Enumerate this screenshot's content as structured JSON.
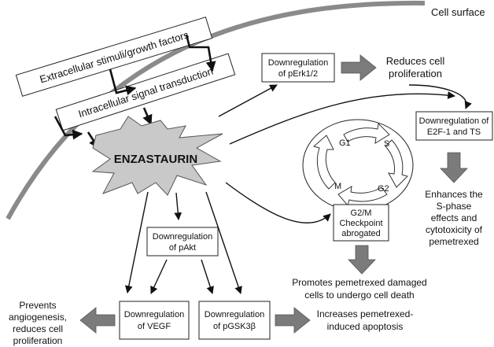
{
  "cell_surface_label": "Cell surface",
  "extracellular_box": "Extracellular stimuli/growth factors",
  "intracellular_box": "Intracellular signal transduction",
  "drug_label": "ENZASTAURIN",
  "perk_box": [
    "Downregulation",
    "of pErk1/2"
  ],
  "reduces_prolif": [
    "Reduces cell",
    "proliferation"
  ],
  "e2f_box": [
    "Downregulation of",
    "E2F-1 and TS"
  ],
  "cell_cycle": {
    "g1": "G1",
    "s": "S",
    "g2": "G2",
    "m": "M"
  },
  "checkpoint_box": [
    "G2/M",
    "Checkpoint",
    "abrogated"
  ],
  "enhances": [
    "Enhances the",
    "S-phase",
    "effects and",
    "cytotoxicity of",
    "pemetrexed"
  ],
  "pakt_box": [
    "Downregulation",
    "of pAkt"
  ],
  "promotes": [
    "Promotes pemetrexed damaged",
    "cells to undergo cell death"
  ],
  "vegf_box": [
    "Downregulation",
    "of VEGF"
  ],
  "pgsk_box": [
    "Downregulation",
    "of pGSK3β"
  ],
  "prevents": [
    "Prevents",
    "angiogenesis,",
    "reduces cell",
    "proliferation"
  ],
  "increases": [
    "Increases pemetrexed-",
    "induced apoptosis"
  ]
}
